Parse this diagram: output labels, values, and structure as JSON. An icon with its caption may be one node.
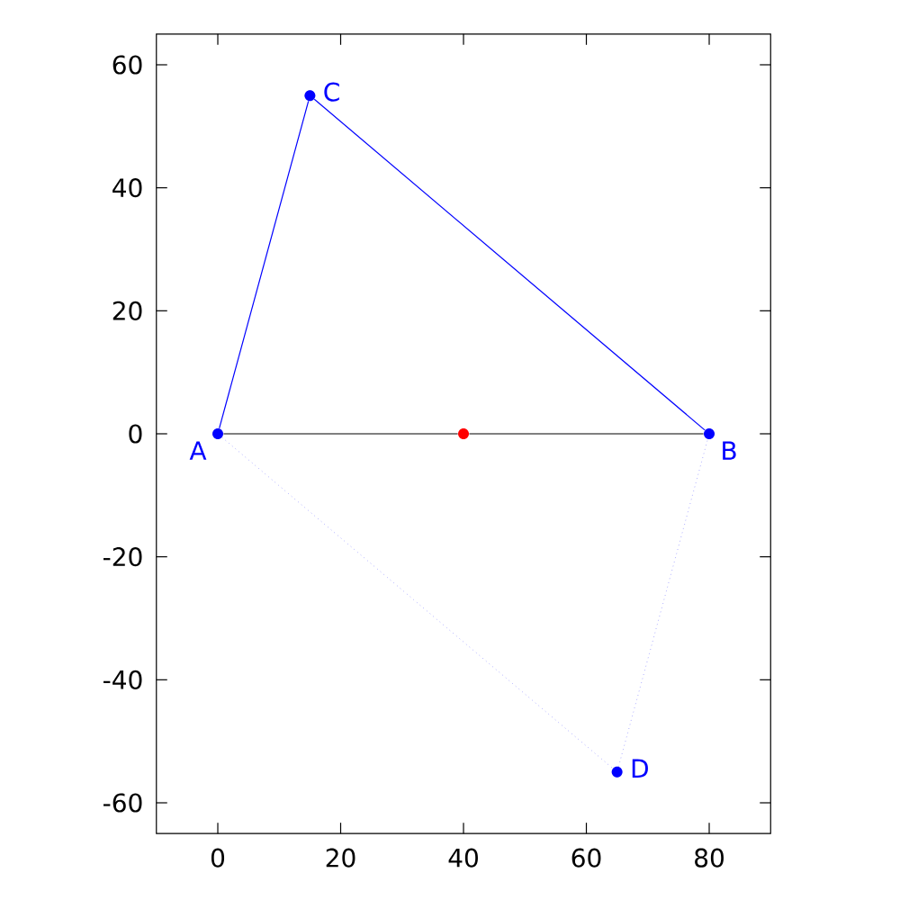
{
  "diagram": {
    "nodes": [
      {
        "text": [],
        "shape": "circle",
        "beside": [
          "C"
        ]
      },
      {
        "text": [],
        "shape": "circle",
        "beside": [
          "A"
        ]
      },
      {
        "text": [],
        "shape": "circle"
      },
      {
        "text": [],
        "shape": "circle",
        "beside": [
          "B"
        ]
      },
      {
        "text": [],
        "shape": "circle",
        "beside": [
          "D"
        ]
      }
    ],
    "edges": [
      {
        "from": 1,
        "to": 0,
        "arrow": "none",
        "color": "#0000ff"
      },
      {
        "from": 0,
        "to": 3,
        "arrow": "none",
        "color": "#0000ff"
      },
      {
        "from": 1,
        "to": 2,
        "arrow": "none",
        "color": "#000000"
      },
      {
        "from": 2,
        "to": 3,
        "arrow": "none",
        "color": "#000000"
      },
      {
        "from": 1,
        "to": 4,
        "arrow": "none",
        "style": "dashed",
        "color": "#8080ff"
      },
      {
        "from": 4,
        "to": 3,
        "arrow": "none",
        "style": "dashed",
        "color": "#8080ff"
      }
    ],
    "labels": [
      "60",
      "40",
      "20",
      "0",
      "-20",
      "-40",
      "-60",
      "0",
      "20",
      "40",
      "60",
      "80"
    ]
  }
}
